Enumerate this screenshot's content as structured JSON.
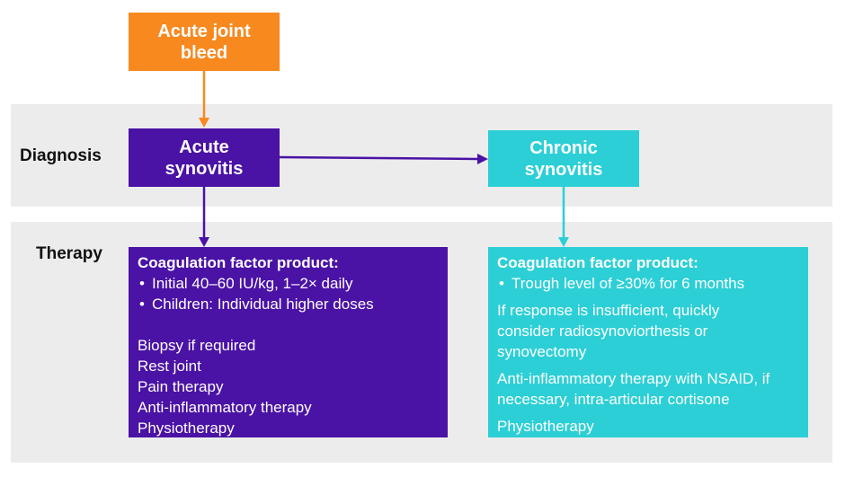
{
  "colors": {
    "orange": "#f7891f",
    "purple": "#4a12a5",
    "cyan": "#2ccfd6",
    "band": "#ececec"
  },
  "rows": {
    "diagnosis": "Diagnosis",
    "therapy": "Therapy"
  },
  "boxes": {
    "acute_joint_bleed": [
      "Acute joint",
      "bleed"
    ],
    "acute_synovitis": [
      "Acute",
      "synovitis"
    ],
    "chronic_synovitis": [
      "Chronic",
      "synovitis"
    ]
  },
  "therapy_left": {
    "heading": "Coagulation factor product:",
    "bullets": [
      "Initial 40–60 IU/kg, 1–2× daily",
      "Children: Individual higher doses"
    ],
    "items": [
      "Biopsy if required",
      "Rest joint",
      "Pain therapy",
      "Anti-inflammatory therapy",
      "Physiotherapy"
    ]
  },
  "therapy_right": {
    "heading": "Coagulation factor product:",
    "bullets": [
      "Trough level of ≥30% for 6 months"
    ],
    "paragraphs": [
      "If response is insufficient, quickly consider radiosynoviorthesis or synovectomy",
      "Anti-inflammatory therapy with NSAID, if necessary, intra-articular cortisone",
      "Physiotherapy"
    ]
  }
}
